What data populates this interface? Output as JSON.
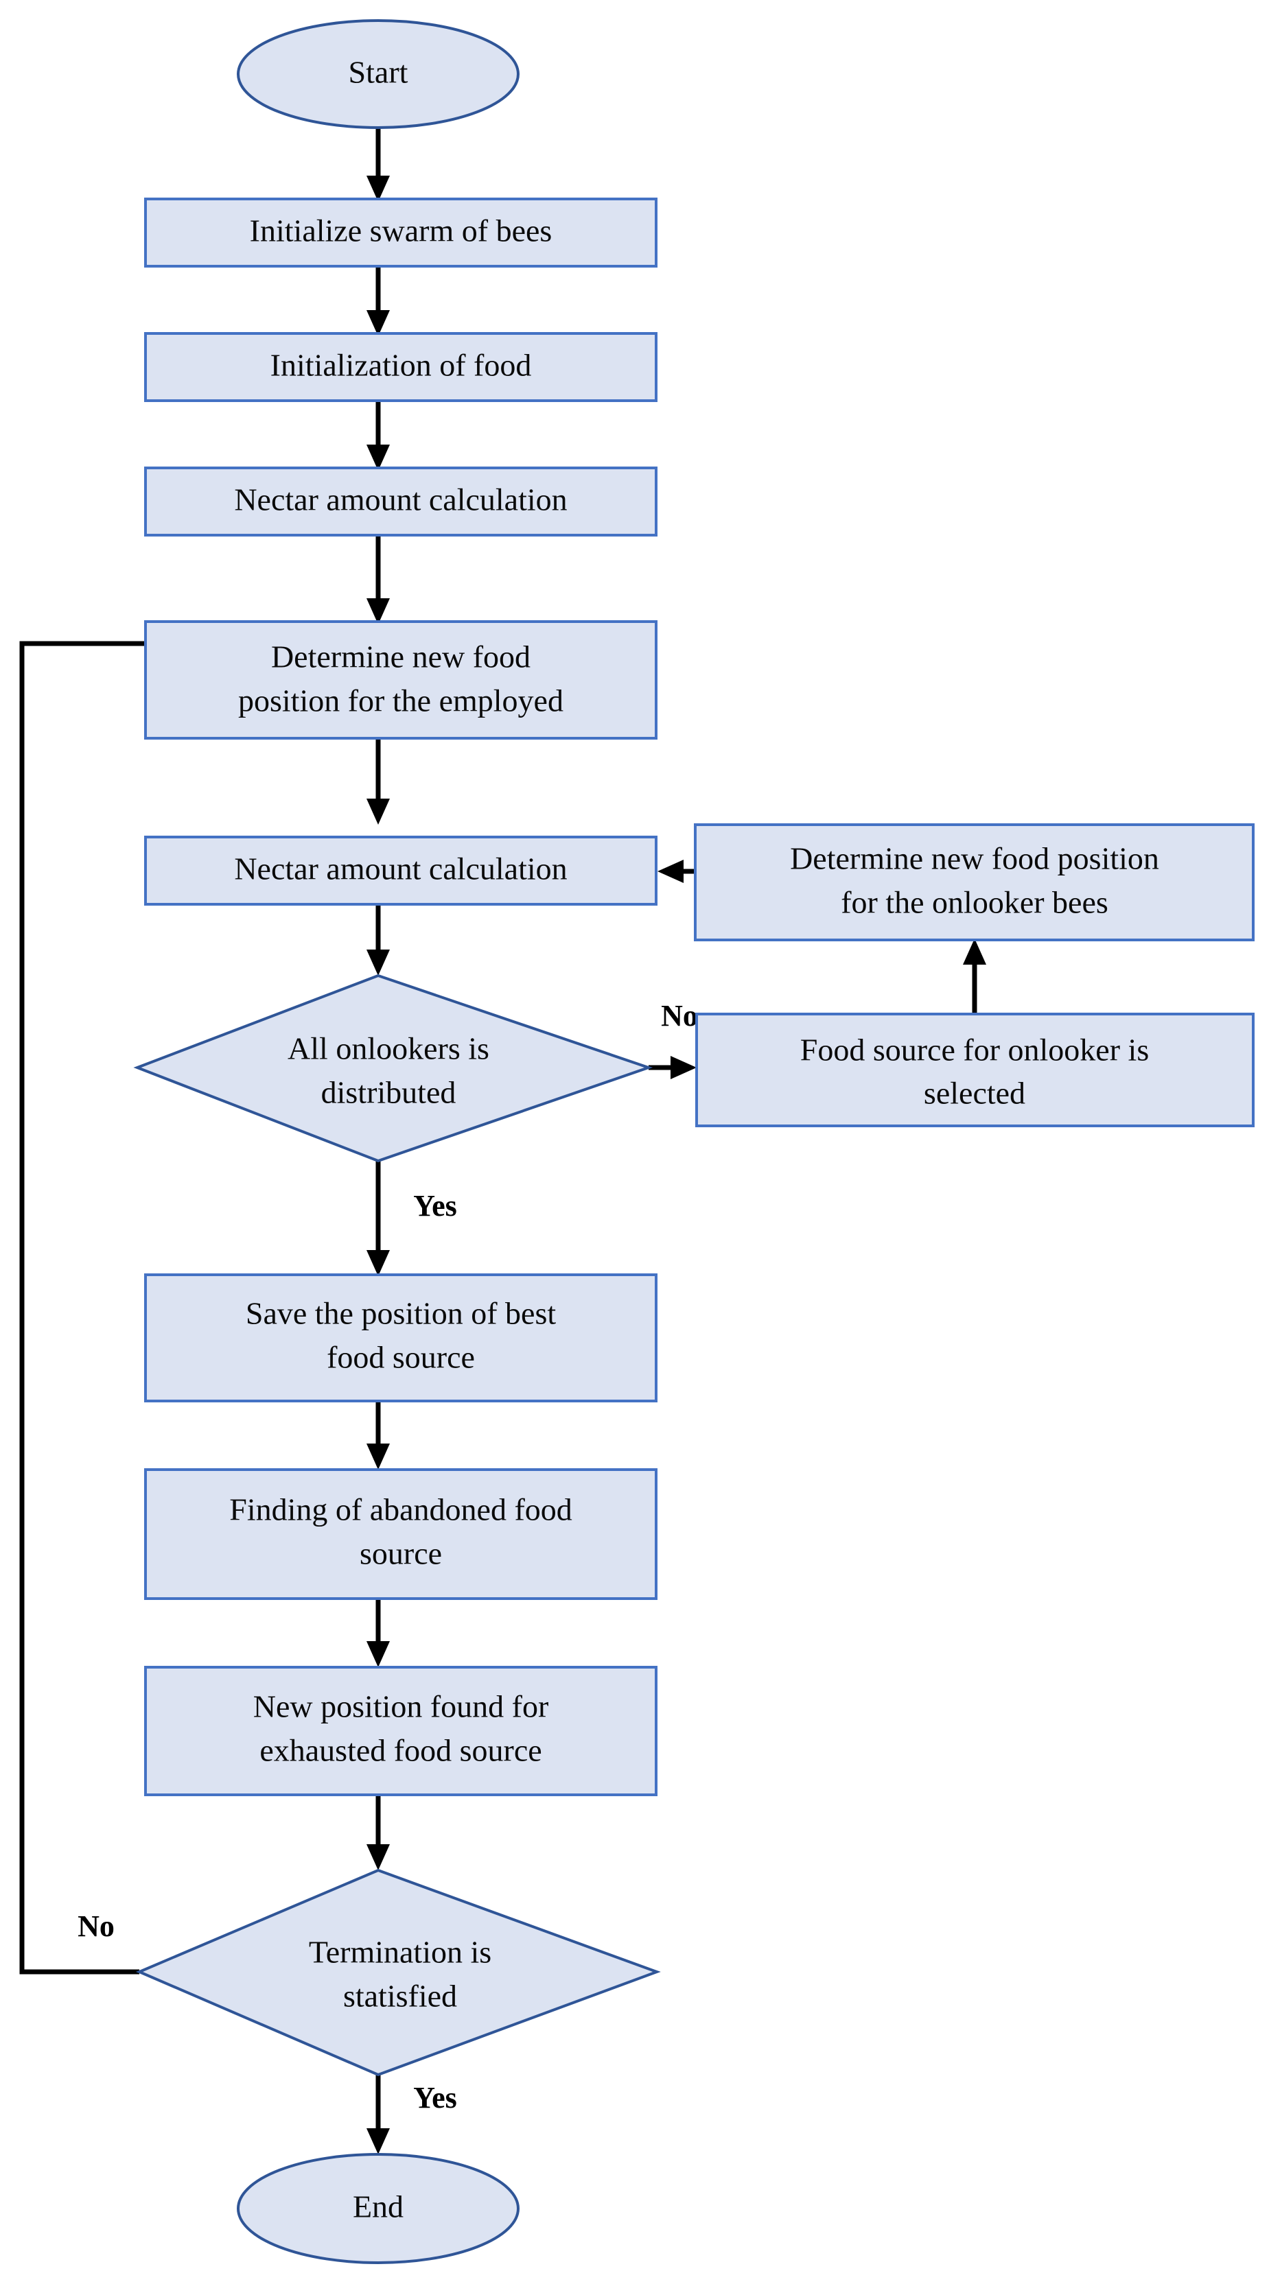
{
  "diagram": {
    "title": "Artificial Bee Colony (ABC) algorithm flowchart",
    "colors": {
      "node_fill": "#dce3f2",
      "node_stroke": "#2f5597",
      "process_stroke": "#4472c4",
      "edge_stroke": "#000000",
      "text": "#0a0a0a",
      "background": "#ffffff"
    },
    "nodes": [
      {
        "id": "start",
        "type": "terminator",
        "label": "Start"
      },
      {
        "id": "init_swarm",
        "type": "process",
        "label": "Initialize swarm of bees"
      },
      {
        "id": "init_food",
        "type": "process",
        "label": "Initialization of food"
      },
      {
        "id": "nectar_calc_1",
        "type": "process",
        "label": "Nectar amount calculation"
      },
      {
        "id": "determine_employed",
        "type": "process",
        "label_line1": "Determine new food",
        "label_line2": "position for the employed"
      },
      {
        "id": "nectar_calc_2",
        "type": "process",
        "label": "Nectar amount calculation"
      },
      {
        "id": "determine_onlooker",
        "type": "process",
        "label_line1": "Determine new food position",
        "label_line2": "for the onlooker bees"
      },
      {
        "id": "all_onlookers",
        "type": "decision",
        "label_line1": "All onlookers is",
        "label_line2": "distributed"
      },
      {
        "id": "food_source_sel",
        "type": "process",
        "label_line1": "Food source for onlooker is",
        "label_line2": "selected"
      },
      {
        "id": "save_best",
        "type": "process",
        "label_line1": "Save the position of best",
        "label_line2": "food source"
      },
      {
        "id": "finding_abandoned",
        "type": "process",
        "label_line1": "Finding of abandoned food",
        "label_line2": "source"
      },
      {
        "id": "new_position",
        "type": "process",
        "label_line1": "New position found for",
        "label_line2": "exhausted food source"
      },
      {
        "id": "termination",
        "type": "decision",
        "label_line1": "Termination is",
        "label_line2": "statisfied"
      },
      {
        "id": "end",
        "type": "terminator",
        "label": "End"
      }
    ],
    "edge_labels": {
      "onlookers_no": "No",
      "onlookers_yes": "Yes",
      "termination_no": "No",
      "termination_yes": "Yes"
    },
    "edges": [
      {
        "from": "start",
        "to": "init_swarm",
        "label": ""
      },
      {
        "from": "init_swarm",
        "to": "init_food",
        "label": ""
      },
      {
        "from": "init_food",
        "to": "nectar_calc_1",
        "label": ""
      },
      {
        "from": "nectar_calc_1",
        "to": "determine_employed",
        "label": ""
      },
      {
        "from": "determine_employed",
        "to": "nectar_calc_2",
        "label": ""
      },
      {
        "from": "nectar_calc_2",
        "to": "all_onlookers",
        "label": ""
      },
      {
        "from": "all_onlookers",
        "to": "food_source_sel",
        "label": "No"
      },
      {
        "from": "food_source_sel",
        "to": "determine_onlooker",
        "label": ""
      },
      {
        "from": "determine_onlooker",
        "to": "nectar_calc_2",
        "label": ""
      },
      {
        "from": "all_onlookers",
        "to": "save_best",
        "label": "Yes"
      },
      {
        "from": "save_best",
        "to": "finding_abandoned",
        "label": ""
      },
      {
        "from": "finding_abandoned",
        "to": "new_position",
        "label": ""
      },
      {
        "from": "new_position",
        "to": "termination",
        "label": ""
      },
      {
        "from": "termination",
        "to": "determine_employed",
        "label": "No"
      },
      {
        "from": "termination",
        "to": "end",
        "label": "Yes"
      }
    ]
  }
}
